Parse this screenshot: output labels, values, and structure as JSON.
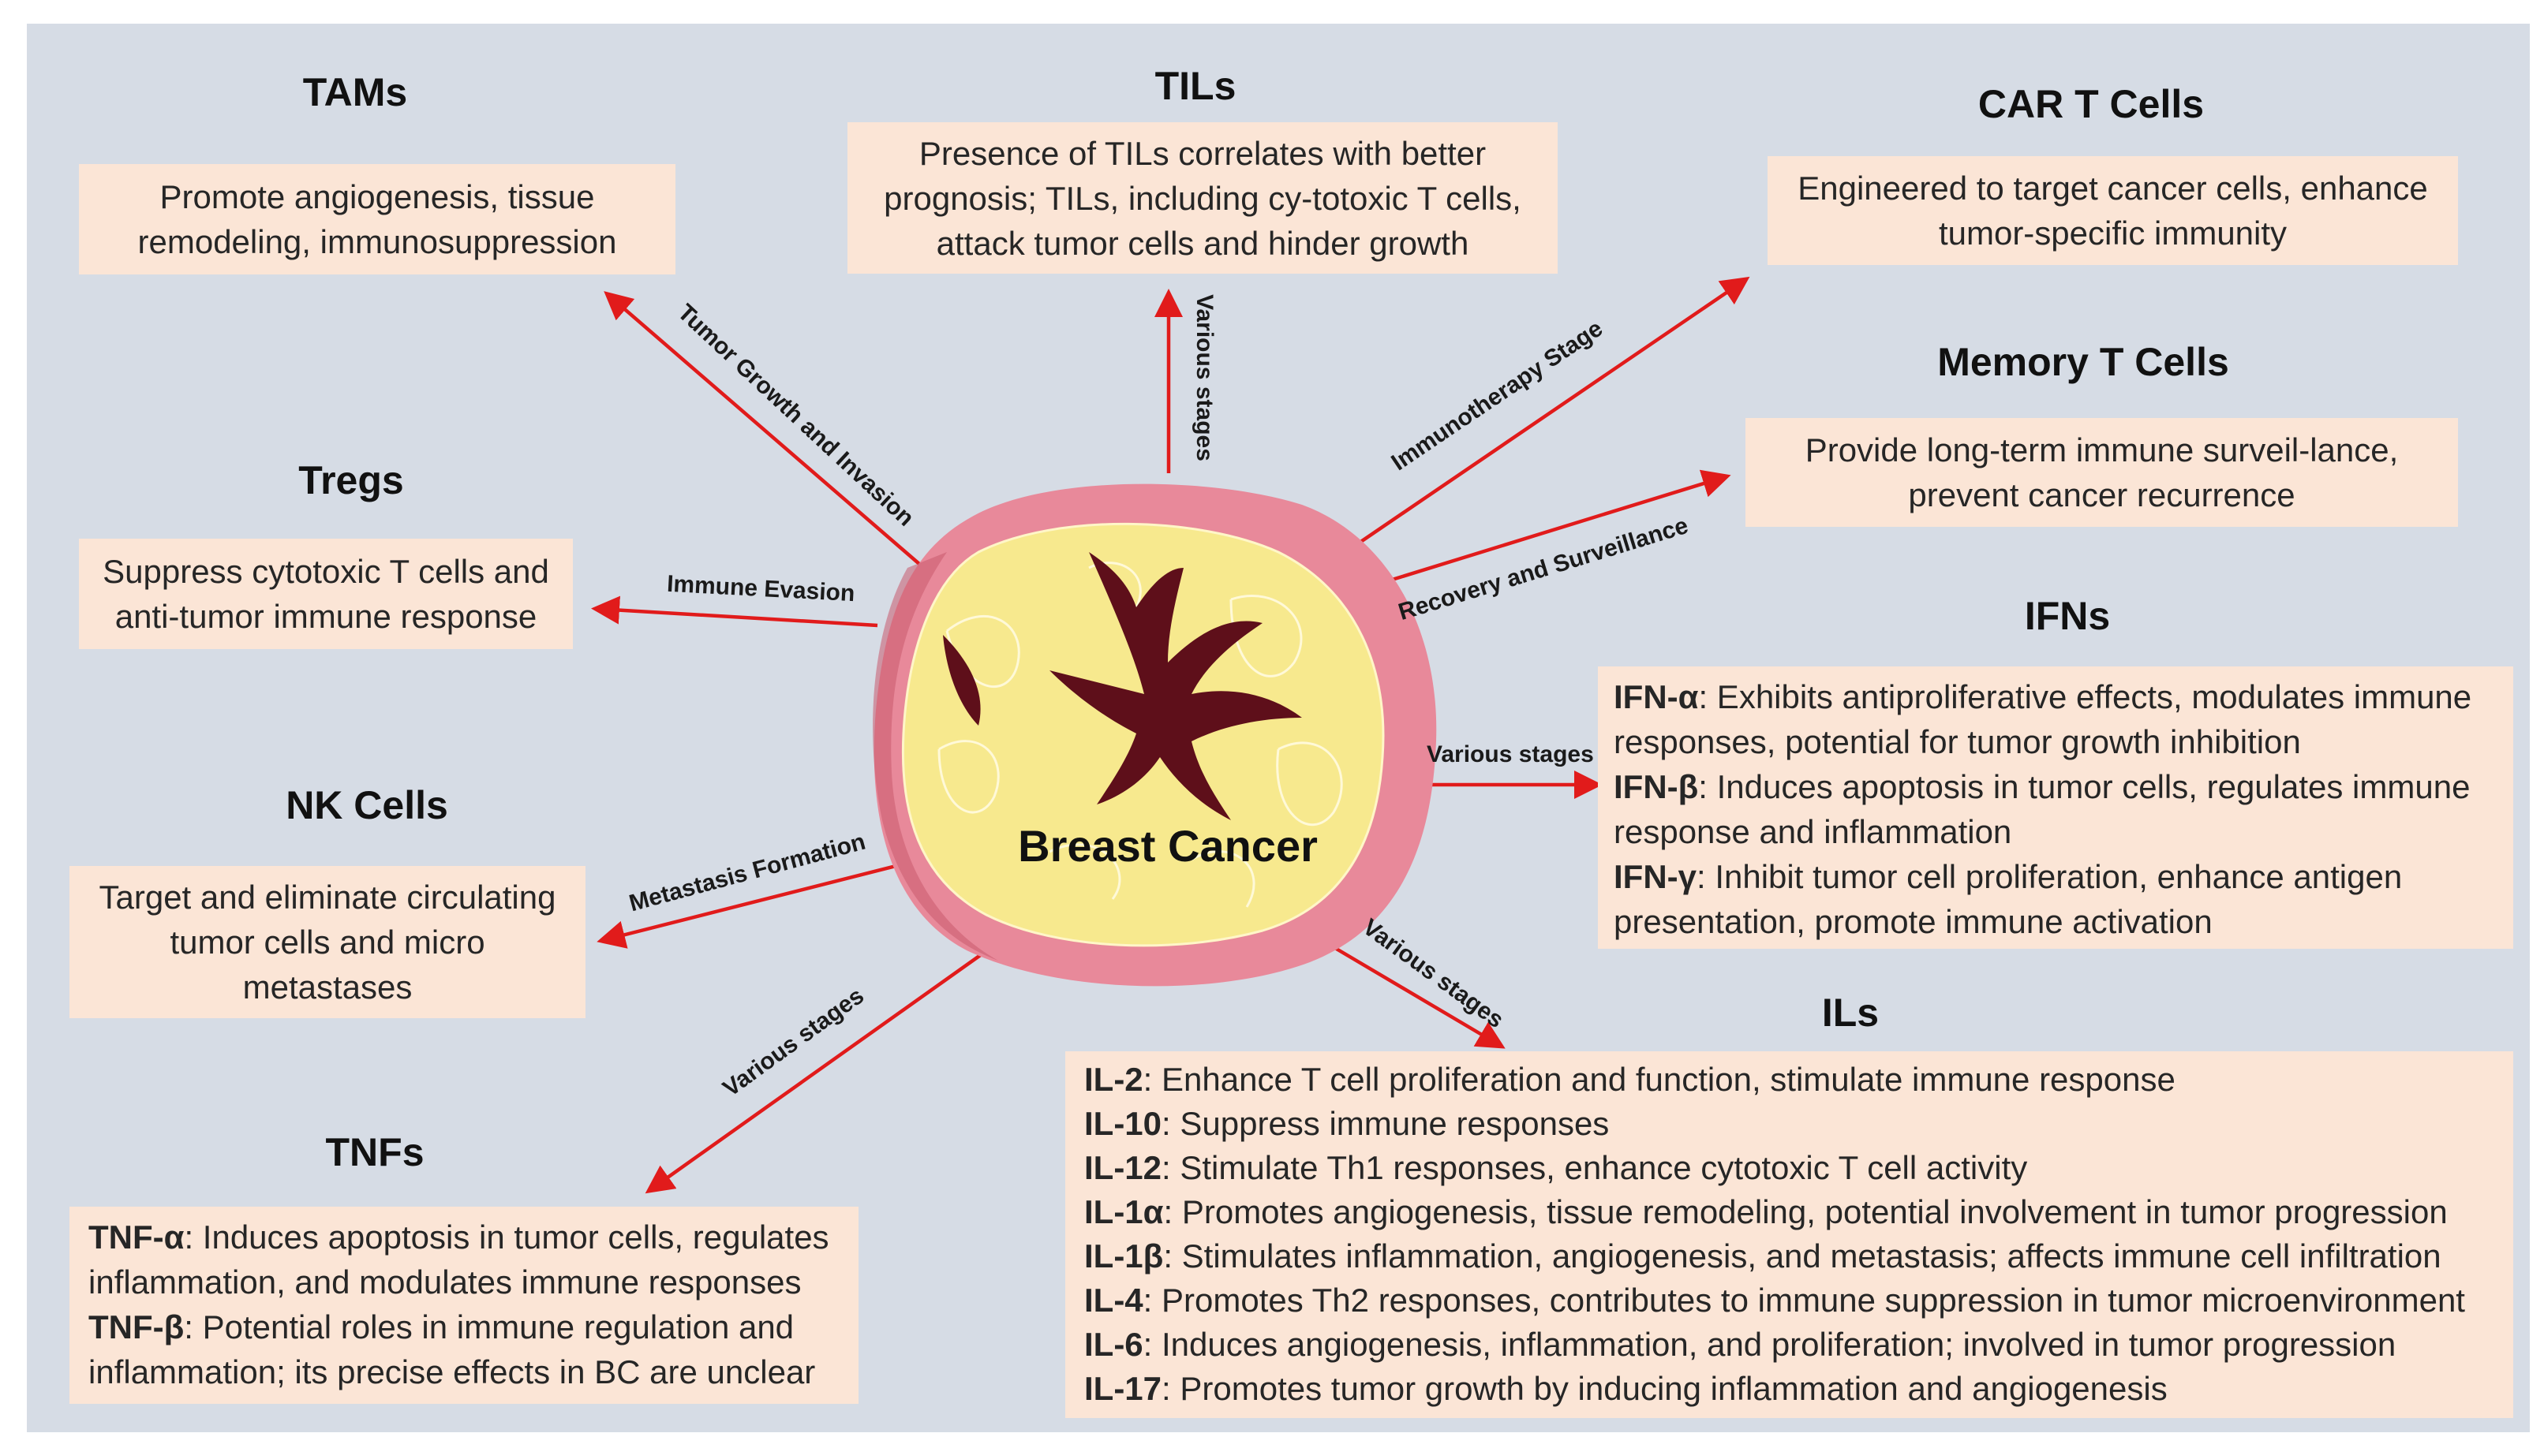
{
  "center_label": "Breast Cancer",
  "nodes": {
    "tams": {
      "title": "TAMs",
      "text": "Promote angiogenesis, tissue remodeling, immunosuppression"
    },
    "tils": {
      "title": "TILs",
      "text": "Presence of TILs correlates with better prognosis; TILs, including cy-totoxic T cells, attack tumor cells and hinder growth"
    },
    "car": {
      "title": "CAR T Cells",
      "text": "Engineered to target cancer cells, enhance tumor-specific immunity"
    },
    "memory": {
      "title": "Memory T Cells",
      "text": "Provide long-term immune surveil-lance, prevent cancer recurrence"
    },
    "tregs": {
      "title": "Tregs",
      "text": "Suppress cytotoxic T cells and anti-tumor immune response"
    },
    "nk": {
      "title": "NK Cells",
      "text": "Target and eliminate circulating tumor cells and micro metastases"
    },
    "ifns": {
      "title": "IFNs",
      "items": [
        {
          "key": "IFN-α",
          "text": ": Exhibits antiproliferative effects, modulates immune responses, potential for tumor growth inhibition"
        },
        {
          "key": "IFN-β",
          "text": ": Induces apoptosis in tumor cells, regulates immune response and inflammation"
        },
        {
          "key": "IFN-γ",
          "text": ": Inhibit tumor cell proliferation, enhance antigen presentation, promote immune activation"
        }
      ]
    },
    "tnfs": {
      "title": "TNFs",
      "items": [
        {
          "key": "TNF-α",
          "text": ": Induces apoptosis in tumor cells, regulates inflammation, and modulates immune responses"
        },
        {
          "key": "TNF-β",
          "text": ": Potential roles in immune regulation and inflammation; its precise effects in BC are unclear"
        }
      ]
    },
    "ils": {
      "title": "ILs",
      "items": [
        {
          "key": "IL-2",
          "text": ": Enhance T cell proliferation and function, stimulate immune response"
        },
        {
          "key": "IL-10",
          "text": ": Suppress immune responses"
        },
        {
          "key": "IL-12",
          "text": ": Stimulate Th1 responses, enhance cytotoxic T cell activity"
        },
        {
          "key": "IL-1α",
          "text": ": Promotes angiogenesis, tissue remodeling, potential involvement in tumor progression"
        },
        {
          "key": "IL-1β",
          "text": ": Stimulates inflammation, angiogenesis, and metastasis; affects immune cell infiltration"
        },
        {
          "key": "IL-4",
          "text": ": Promotes Th2 responses, contributes to immune suppression in tumor microenvironment"
        },
        {
          "key": "IL-6",
          "text": ": Induces angiogenesis, inflammation, and proliferation; involved in tumor progression"
        },
        {
          "key": "IL-17",
          "text": ": Promotes tumor growth by inducing inflammation and angiogenesis"
        }
      ]
    }
  },
  "arrow_labels": {
    "tams": "Tumor Growth and Invasion",
    "tils": "Various stages",
    "car": "Immunotherapy Stage",
    "memory": "Recovery and Surveillance",
    "tregs": "Immune Evasion",
    "ifns": "Various stages",
    "nk": "Metastasis Formation",
    "tnfs": "Various stages",
    "ils": "Various stages"
  },
  "colors": {
    "background": "#d6dce5",
    "box": "#fbe5d6",
    "arrow": "#e11b1b",
    "tumor_outer": "#e8899a",
    "tumor_inner": "#f7e98e",
    "tumor_core": "#5e0f1a"
  }
}
